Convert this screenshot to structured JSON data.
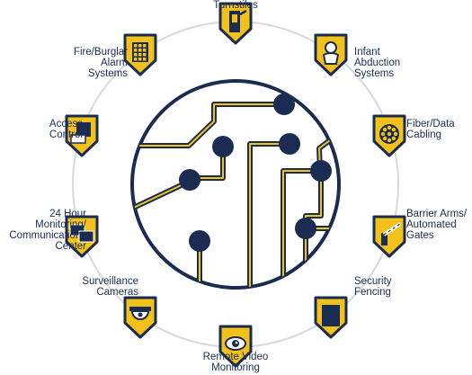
{
  "colors": {
    "navy": "#1b2c52",
    "gold": "#f2c21b",
    "ring": "#d5d8de",
    "trace_yellow": "#f0c419"
  },
  "systems": [
    {
      "id": "turnstiles",
      "icon": "turnstile-icon",
      "lines": [
        "Turnstiles"
      ]
    },
    {
      "id": "infant-abduction",
      "icon": "baby-icon",
      "lines": [
        "Infant",
        "Abduction",
        "Systems"
      ]
    },
    {
      "id": "fiber-data",
      "icon": "fiber-cable-icon",
      "lines": [
        "Fiber/Data",
        "Cabling"
      ]
    },
    {
      "id": "barrier-arms",
      "icon": "barrier-arm-icon",
      "lines": [
        "Barrier Arms/",
        "Automated",
        "Gates"
      ]
    },
    {
      "id": "security-fencing",
      "icon": "fence-icon",
      "lines": [
        "Security",
        "Fencing"
      ]
    },
    {
      "id": "remote-video",
      "icon": "eye-cloud-icon",
      "lines": [
        "Remote Video",
        "Monitoring"
      ]
    },
    {
      "id": "surveillance-cameras",
      "icon": "dome-camera-icon",
      "lines": [
        "Surveillance",
        "Cameras"
      ]
    },
    {
      "id": "monitoring-center",
      "icon": "monitors-icon",
      "lines": [
        "24 Hour",
        "Monitoring/",
        "Communications",
        "Center"
      ]
    },
    {
      "id": "access-control",
      "icon": "card-reader-icon",
      "lines": [
        "Access",
        "Control"
      ]
    },
    {
      "id": "fire-burglar",
      "icon": "keypad-icon",
      "lines": [
        "Fire/Burglar",
        "Alarm",
        "Systems"
      ]
    }
  ]
}
